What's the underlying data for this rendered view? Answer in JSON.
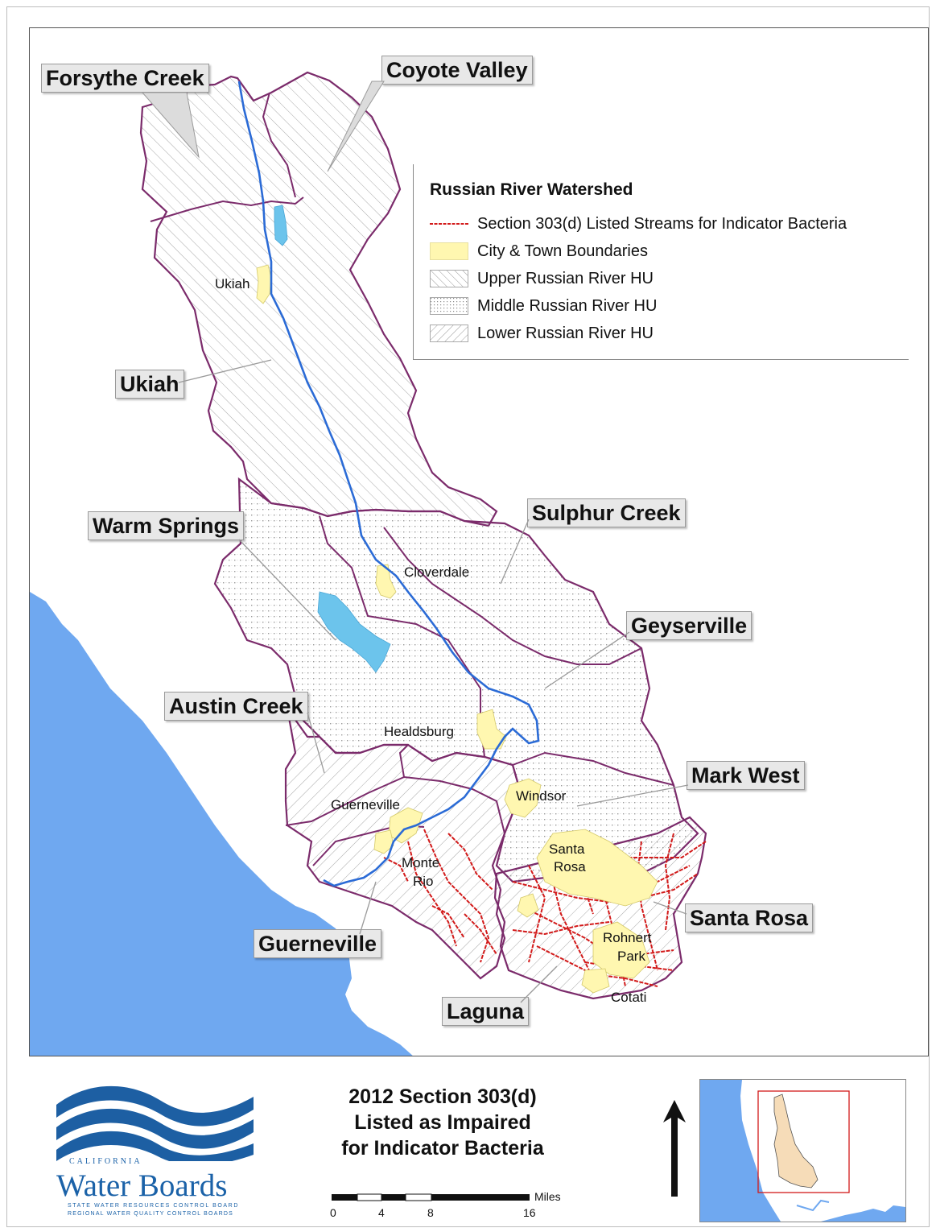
{
  "map": {
    "colors": {
      "ocean": "#6fa8f0",
      "watershed_border": "#7b2b6b",
      "river": "#2b6bd6",
      "listed_streams": "#d21a1a",
      "city": "#fff7b0",
      "lake": "#6cc4ec",
      "hatch": "#9a9a9a"
    },
    "callouts": [
      {
        "id": "forsythe-creek",
        "text": "Forsythe Creek"
      },
      {
        "id": "coyote-valley",
        "text": "Coyote Valley"
      },
      {
        "id": "ukiah-hu",
        "text": "Ukiah"
      },
      {
        "id": "sulphur-creek",
        "text": "Sulphur Creek"
      },
      {
        "id": "warm-springs",
        "text": "Warm Springs"
      },
      {
        "id": "geyserville",
        "text": "Geyserville"
      },
      {
        "id": "austin-creek",
        "text": "Austin Creek"
      },
      {
        "id": "mark-west",
        "text": "Mark West"
      },
      {
        "id": "santa-rosa",
        "text": "Santa Rosa"
      },
      {
        "id": "guerneville-hu",
        "text": "Guerneville"
      },
      {
        "id": "laguna",
        "text": "Laguna"
      }
    ],
    "towns": {
      "ukiah": "Ukiah",
      "cloverdale": "Cloverdale",
      "healdsburg": "Healdsburg",
      "windsor": "Windsor",
      "guerneville": "Guerneville",
      "santa_rosa_1": "Santa",
      "santa_rosa_2": "Rosa",
      "monte_rio_1": "Monte",
      "monte_rio_2": "Rio",
      "rohnert_park_1": "Rohnert",
      "rohnert_park_2": "Park",
      "cotati": "Cotati"
    }
  },
  "legend": {
    "title": "Russian River Watershed",
    "items": [
      {
        "label": "Section 303(d) Listed Streams for Indicator Bacteria",
        "symbol": "red-dashed-line"
      },
      {
        "label": "City & Town Boundaries",
        "symbol": "yellow-fill"
      },
      {
        "label": "Upper Russian River HU",
        "symbol": "backslash-hatch"
      },
      {
        "label": "Middle Russian River HU",
        "symbol": "dot-grid"
      },
      {
        "label": "Lower Russian River HU",
        "symbol": "forward-slash-hatch"
      }
    ]
  },
  "footer": {
    "title_lines": [
      "2012 Section 303(d)",
      "Listed as Impaired",
      "for Indicator Bacteria"
    ],
    "scale": {
      "unit": "Miles",
      "ticks": [
        "0",
        "4",
        "8",
        "16"
      ]
    },
    "logo": {
      "small": "CALIFORNIA",
      "main": "Water Boards",
      "sub1": "STATE WATER RESOURCES CONTROL BOARD",
      "sub2": "REGIONAL WATER QUALITY CONTROL BOARDS"
    },
    "north_arrow_icon": "north-arrow-icon",
    "inset_icon": "locator-map-icon"
  }
}
